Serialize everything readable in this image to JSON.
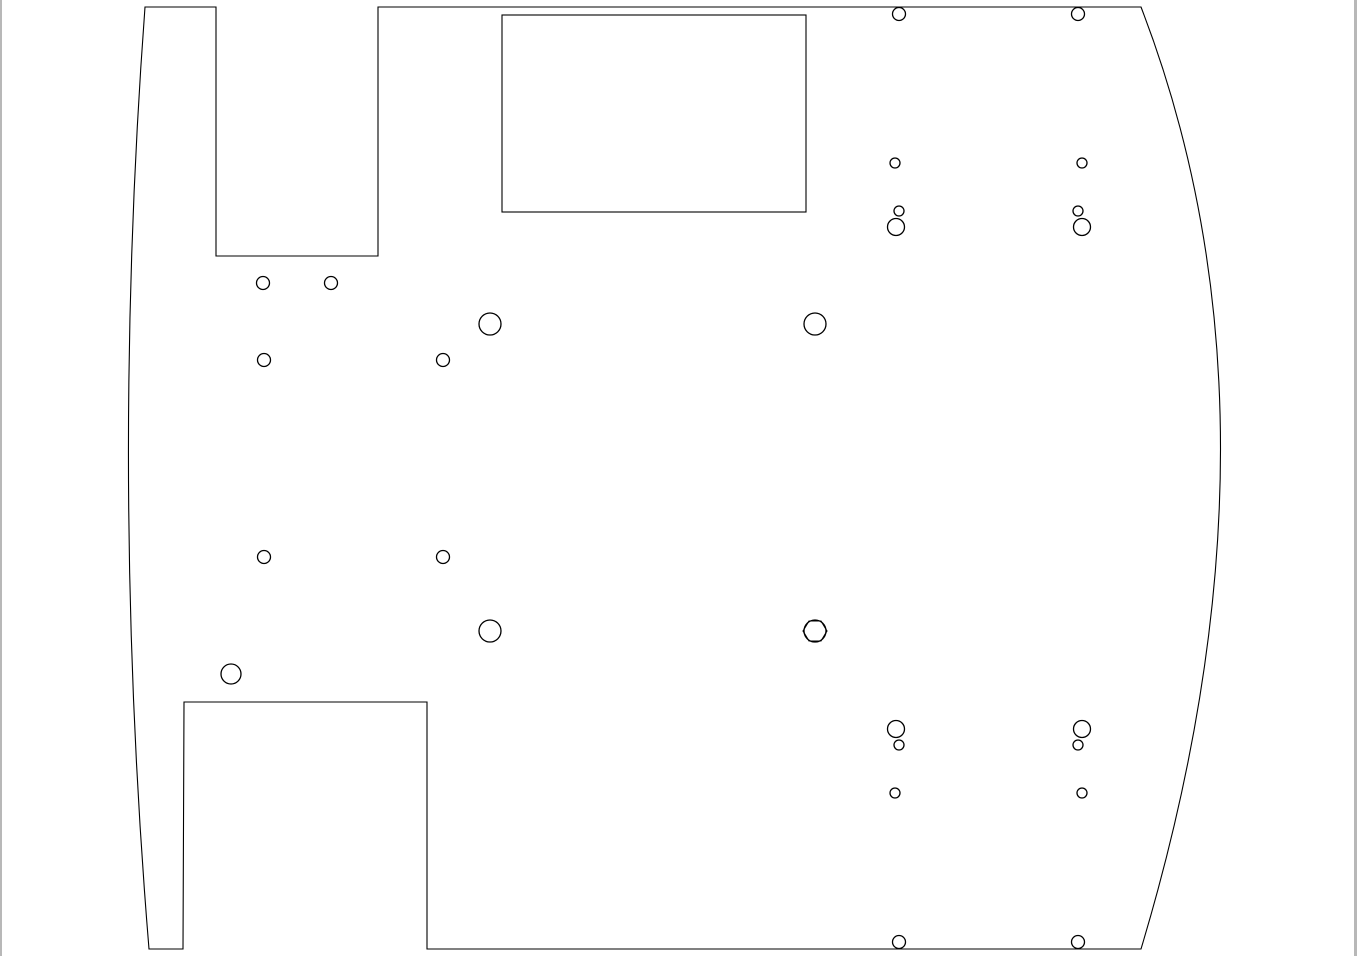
{
  "drawing": {
    "kind": "cad-plate-outline",
    "line_color": "#000000",
    "background_color": "#ffffff",
    "frame_color": "#b8b8b8",
    "features": {
      "outer_profile": "plate-outline",
      "cutouts": [
        "top-left-notch",
        "top-center-rectangular-window",
        "bottom-left-notch"
      ],
      "small_hole_count": 24,
      "large_hole_count": 4,
      "hex_hole_count": 1
    }
  }
}
